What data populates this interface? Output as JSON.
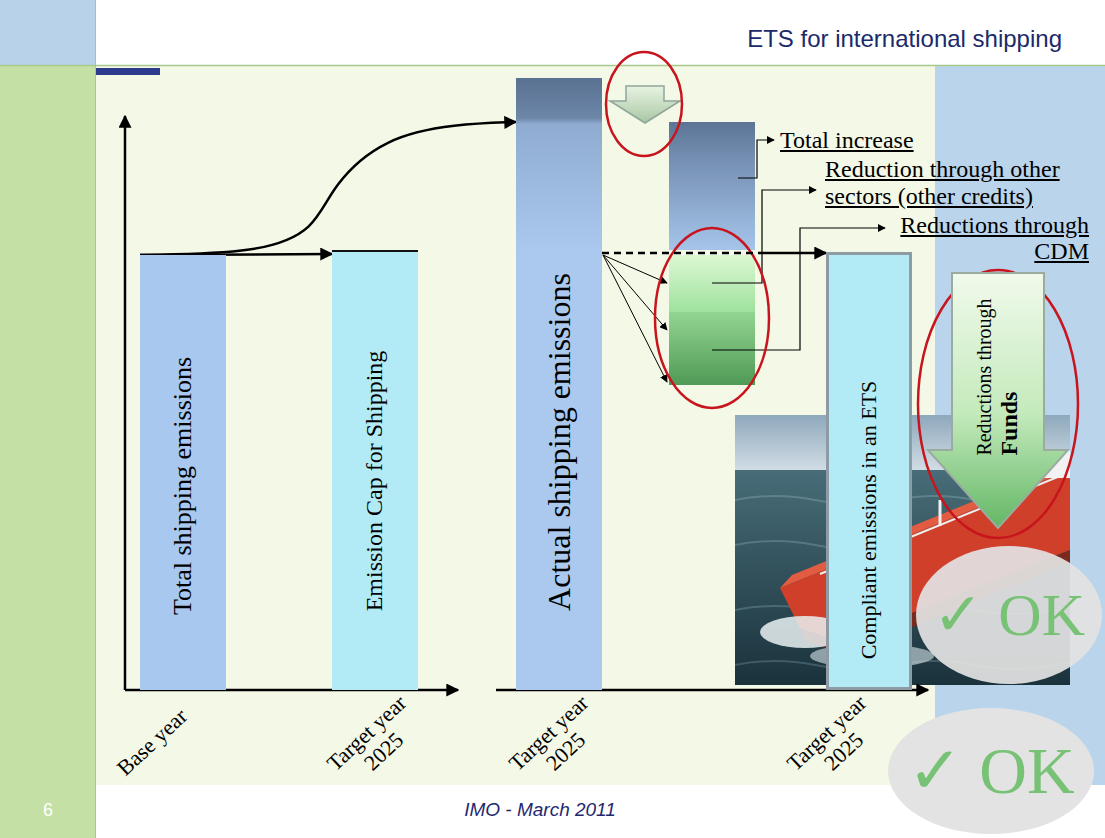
{
  "diagram": {
    "title": "ETS for international shipping",
    "nodes": [
      {
        "text": [
          "Total shipping emissions"
        ]
      },
      {
        "text": [
          "Emission Cap for Shipping"
        ]
      },
      {
        "text": [
          "Actual shipping emissions"
        ]
      },
      {
        "text": [
          "Compliant emissions in an ETS"
        ]
      },
      {
        "text": [
          "Reductions through",
          "Funds"
        ]
      },
      {
        "text": [
          "✓ OK"
        ]
      },
      {
        "text": [
          "✓ OK"
        ]
      }
    ],
    "edges": [
      {
        "from": 0,
        "to": 1,
        "arrow": "to"
      },
      {
        "from": 0,
        "to": 2,
        "arrow": "to"
      },
      {
        "from": 2,
        "to": 3,
        "arrow": "to"
      }
    ],
    "labels": [
      "Total increase",
      "Reduction through other sectors (other credits)",
      "Reductions through CDM",
      "Base year",
      "Target year 2025",
      "Target year 2025",
      "Target year 2025",
      "IMO - March 2011",
      "6"
    ]
  }
}
